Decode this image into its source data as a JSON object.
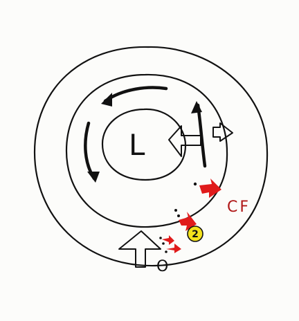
{
  "diagram": {
    "center_label": "L",
    "front_label": "CF",
    "point_label": "2",
    "origin_label": "O",
    "colors": {
      "ink": "#111111",
      "front": "#e01b1b",
      "front_label": "#b01818",
      "point_fill": "#f4e21c",
      "background": "#fcfcfa"
    }
  }
}
